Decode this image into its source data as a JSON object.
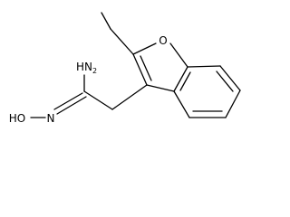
{
  "molecule": {
    "labels": {
      "ring_oxygen": "O",
      "amine_n": "N",
      "amine_h": "H",
      "amine_sub": "2",
      "oxime_n": "N",
      "hydroxyl": "HO"
    }
  },
  "colors": {
    "bond": "#000000",
    "text": "#000000",
    "background": "#ffffff"
  }
}
